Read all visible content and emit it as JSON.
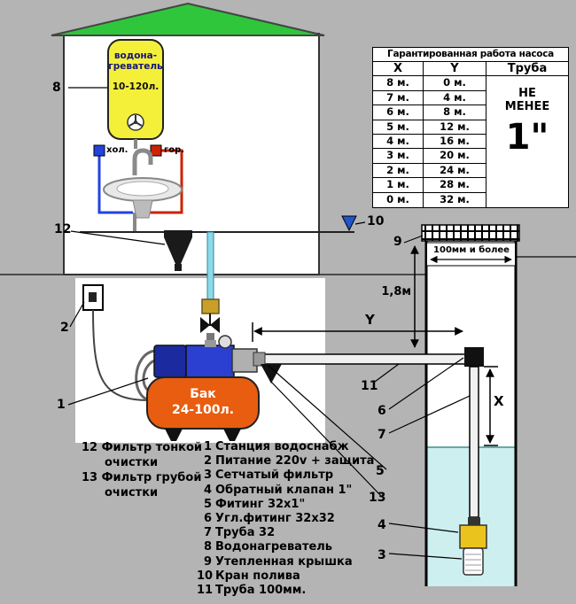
{
  "table": {
    "title": "Гарантированная работа насоса",
    "col_x": "X",
    "col_y": "Y",
    "col_pipe": "Труба",
    "rows": [
      {
        "x": "8 м.",
        "y": "0 м."
      },
      {
        "x": "7 м.",
        "y": "4 м."
      },
      {
        "x": "6 м.",
        "y": "8 м."
      },
      {
        "x": "5 м.",
        "y": "12 м."
      },
      {
        "x": "4 м.",
        "y": "16 м."
      },
      {
        "x": "3 м.",
        "y": "20 м."
      },
      {
        "x": "2 м.",
        "y": "24 м."
      },
      {
        "x": "1 м.",
        "y": "28 м."
      },
      {
        "x": "0 м.",
        "y": "32 м."
      }
    ],
    "pipe_note_line1": "НЕ",
    "pipe_note_line2": "МЕНЕЕ",
    "pipe_size": "1\""
  },
  "house": {
    "heater_line1": "водона-",
    "heater_line2": "греватель",
    "heater_capacity": "10-120л.",
    "cold_label": "хол.",
    "hot_label": "гор."
  },
  "station": {
    "tank_line1": "Бак",
    "tank_line2": "24-100л."
  },
  "measurements": {
    "depth": "1,8м",
    "well_width": "100мм и более",
    "x_axis": "X",
    "y_axis": "Y"
  },
  "callouts": {
    "c1": "1",
    "c2": "2",
    "c3": "3",
    "c4": "4",
    "c5": "5",
    "c6": "6",
    "c7": "7",
    "c8": "8",
    "c9": "9",
    "c10": "10",
    "c11": "11",
    "c12": "12",
    "c13": "13"
  },
  "legend_filters": [
    {
      "num": "12",
      "line1": "Фильтр тонкой",
      "line2": "очистки"
    },
    {
      "num": "13",
      "line1": "Фильтр грубой",
      "line2": "очистки"
    }
  ],
  "legend_items": [
    {
      "num": "1",
      "text": "Станция водоснабж"
    },
    {
      "num": "2",
      "text": "Питание 220v + защита"
    },
    {
      "num": "3",
      "text": "Сетчатый фильтр"
    },
    {
      "num": "4",
      "text": "Обратный клапан 1\""
    },
    {
      "num": "5",
      "text": "Фитинг 32х1\""
    },
    {
      "num": "6",
      "text": "Угл.фитинг 32х32"
    },
    {
      "num": "7",
      "text": "Труба 32"
    },
    {
      "num": "8",
      "text": "Водонагреватель"
    },
    {
      "num": "9",
      "text": "Утепленная крышка"
    },
    {
      "num": "10",
      "text": "Кран полива"
    },
    {
      "num": "11",
      "text": "Труба 100мм."
    }
  ],
  "colors": {
    "background": "#b4b4b4",
    "roof_green": "#2fc63c",
    "heater_yellow": "#f4f03a",
    "tank_orange": "#e85d10",
    "pump_blue": "#2b3fd0",
    "water_cyan": "#cdeff0",
    "well_pump_yellow": "#eac41c",
    "hot_red": "#cc2200",
    "cold_blue": "#2244dd"
  }
}
